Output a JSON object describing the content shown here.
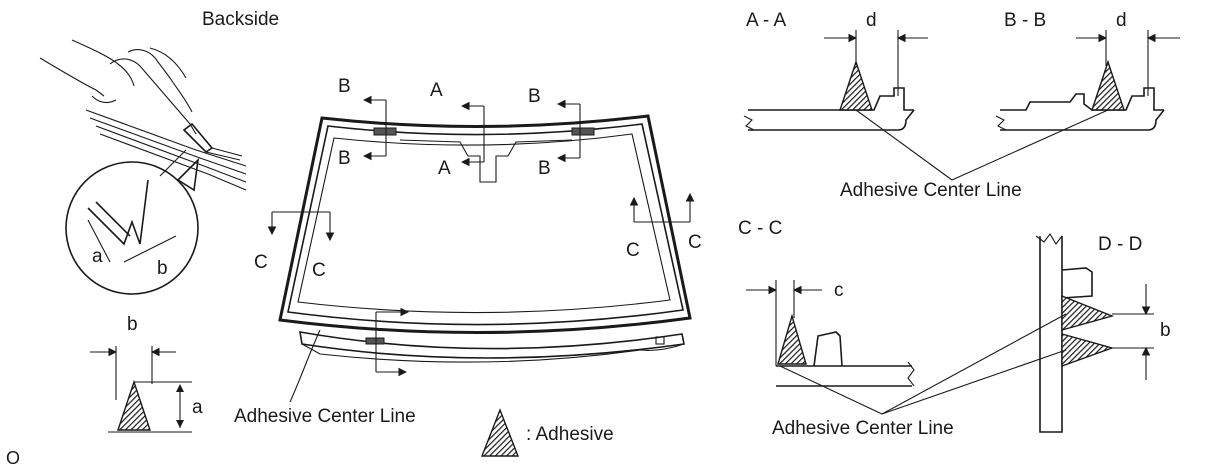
{
  "labels": {
    "backside": "Backside",
    "section_aa": "A - A",
    "section_bb": "B - B",
    "section_cc": "C - C",
    "section_dd": "D - D",
    "adhesive_center_line": "Adhesive Center Line",
    "adhesive_legend": ": Adhesive",
    "dim_a": "a",
    "dim_b": "b",
    "dim_c": "c",
    "dim_d": "d",
    "cut_a": "A",
    "cut_b": "B",
    "cut_c": "C",
    "corner_code": "O"
  }
}
